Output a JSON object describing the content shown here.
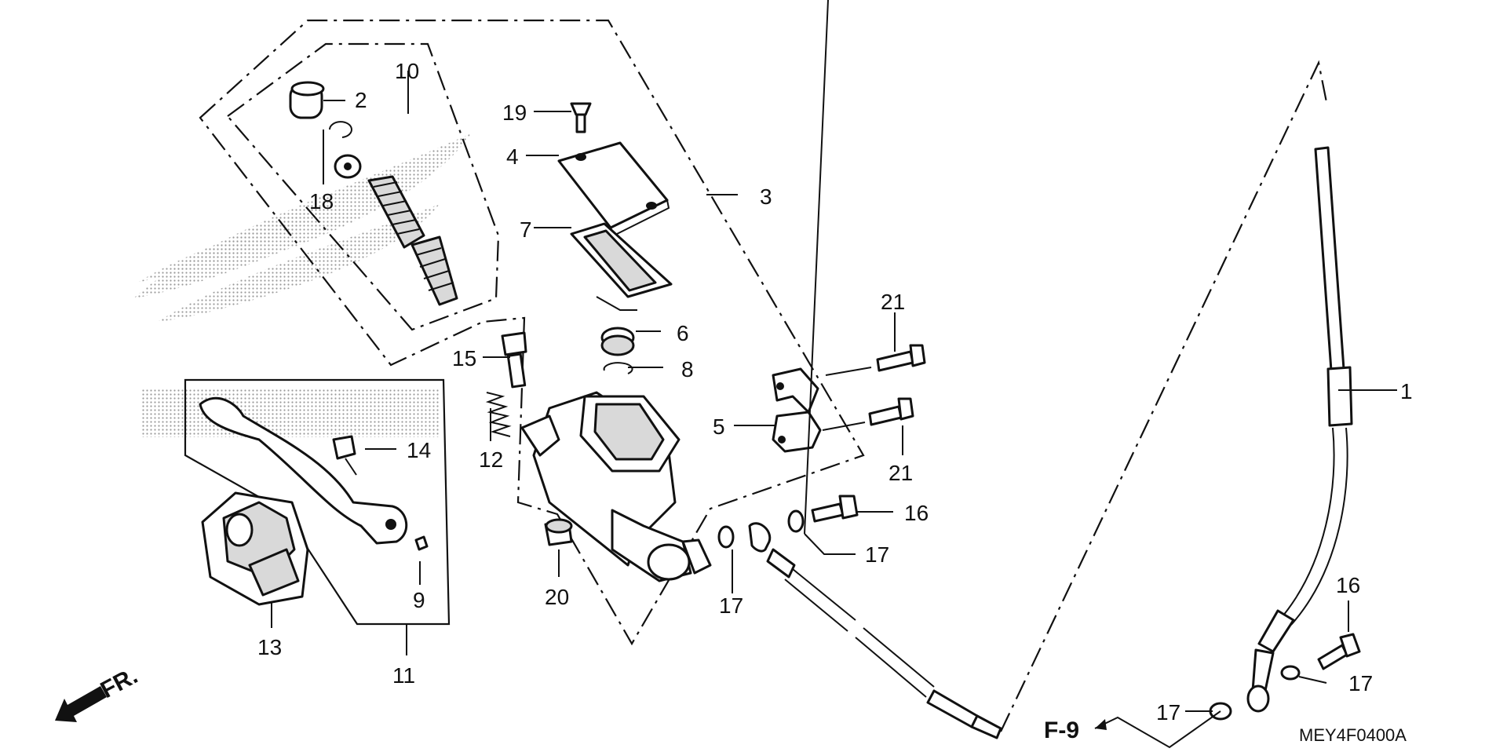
{
  "callouts": {
    "n1": "1",
    "n2": "2",
    "n3": "3",
    "n4": "4",
    "n5": "5",
    "n6": "6",
    "n7": "7",
    "n8": "8",
    "n9": "9",
    "n10": "10",
    "n11": "11",
    "n12": "12",
    "n13": "13",
    "n14": "14",
    "n15": "15",
    "n16a": "16",
    "n16b": "16",
    "n17a": "17",
    "n17b": "17",
    "n17c": "17",
    "n17d": "17",
    "n18": "18",
    "n19": "19",
    "n20": "20",
    "n21a": "21",
    "n21b": "21"
  },
  "direction_label": "FR.",
  "ref_label": "F-9",
  "diagram_code": "MEY4F0400A",
  "colors": {
    "ink": "#111111",
    "halftone": "#bdbdbd",
    "background": "#ffffff"
  }
}
